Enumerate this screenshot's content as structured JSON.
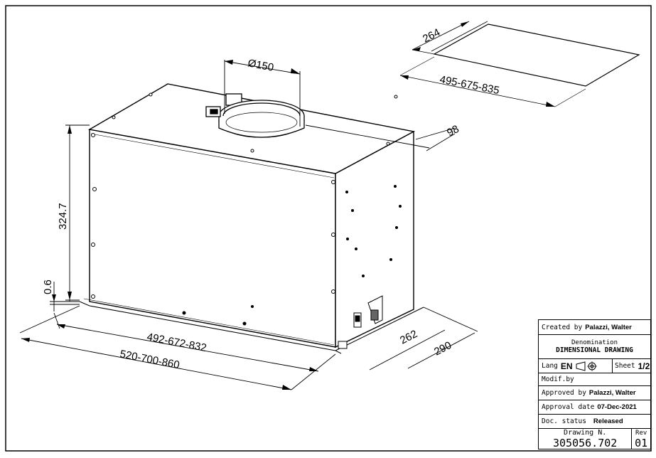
{
  "dimensions": {
    "cover_depth": "264",
    "cover_width": "495-675-835",
    "duct_diameter": "Ø150",
    "duct_offset": "98",
    "height": "324.7",
    "flange": "0.6",
    "inner_width": "492-672-832",
    "outer_width": "520-700-860",
    "inner_depth": "262",
    "outer_depth": "290"
  },
  "title_block": {
    "created_by_label": "Created by",
    "created_by_value": "Palazzi, Walter",
    "denomination_label": "Denomination",
    "denomination_value": "DIMENSIONAL DRAWING",
    "lang_label": "Lang",
    "lang_value": "EN",
    "sheet_label": "Sheet",
    "sheet_value": "1/2",
    "modif_label": "Modif.by",
    "approved_label": "Approved by",
    "approved_value": "Palazzi, Walter",
    "approval_date_label": "Approval date",
    "approval_date_value": "07-Dec-2021",
    "status_label": "Doc. status",
    "status_value": "Released",
    "drawing_label": "Drawing N.",
    "drawing_value": "305056.702",
    "rev_label": "Rev",
    "rev_value": "01"
  }
}
